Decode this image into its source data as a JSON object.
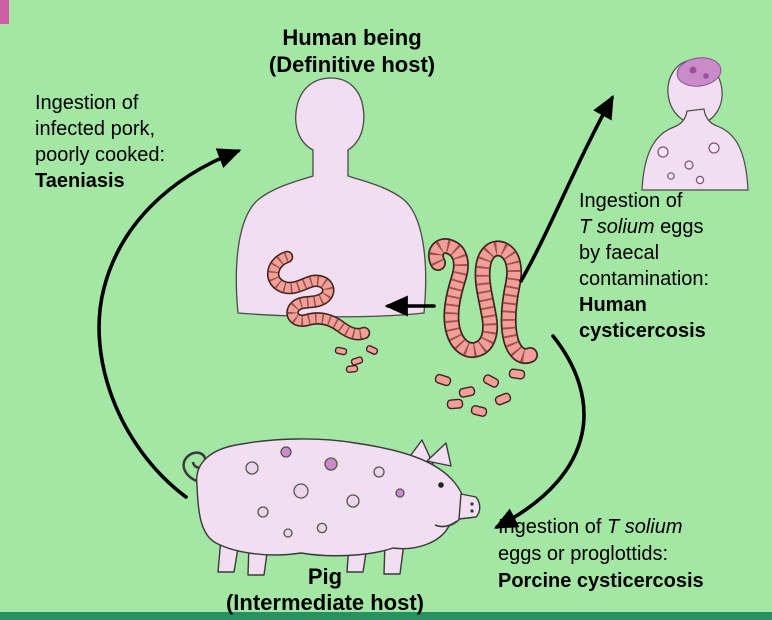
{
  "human_host": {
    "name": "Human being",
    "role": "(Definitive host)"
  },
  "pig_host": {
    "name": "Pig",
    "role": "(Intermediate host)"
  },
  "taeniasis_label": {
    "line1": "Ingestion of",
    "line2": "infected pork,",
    "line3": "poorly cooked:",
    "disease": "Taeniasis"
  },
  "human_cysticercosis_label": {
    "line1": "Ingestion of",
    "line2_species": "T solium",
    "line2_rest": " eggs",
    "line3": "by faecal",
    "line4": "contamination:",
    "disease_line1": "Human",
    "disease_line2": "cysticercosis"
  },
  "porcine_cysticercosis_label": {
    "line1_prefix": "Ingestion of ",
    "line1_species": "T solium",
    "line2": "eggs or proglottids:",
    "disease": "Porcine cysticercosis"
  },
  "colors": {
    "background": "#a4e6a4",
    "body_fill": "#f1def0",
    "tapeworm_fill": "#f0a098",
    "tapeworm_outline": "#40231f",
    "cyst_purple": "#c98bc9",
    "arrow_black": "#000000"
  }
}
